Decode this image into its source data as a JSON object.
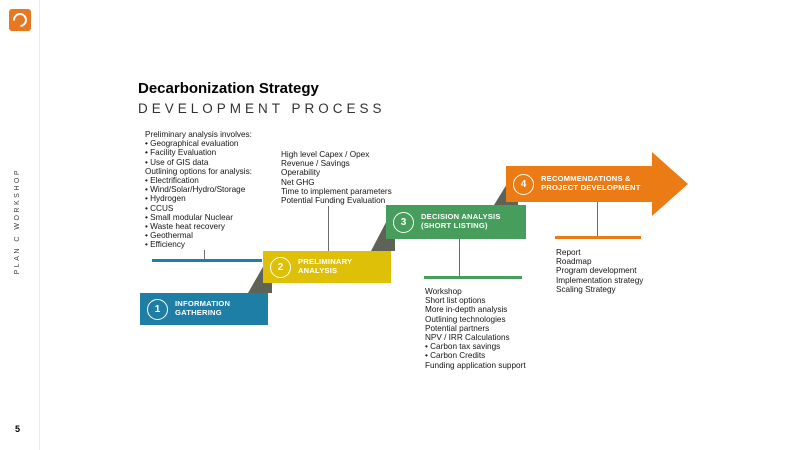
{
  "sidebar": {
    "workshop_label": "PLAN C WORKSHOP",
    "page_number": "5",
    "logo_color": "#E87722"
  },
  "header": {
    "title": "Decarbonization Strategy",
    "subtitle": "DEVELOPMENT PROCESS"
  },
  "steps": [
    {
      "number": "1",
      "label": "INFORMATION GATHERING",
      "color": "#1E7EA6"
    },
    {
      "number": "2",
      "label": "PRELIMINARY ANALYSIS",
      "color": "#DFC008"
    },
    {
      "number": "3",
      "label": "DECISION ANALYSIS (SHORT LISTING)",
      "color": "#479D5B"
    },
    {
      "number": "4",
      "label": "RECOMMENDATIONS & PROJECT DEVELOPMENT",
      "color": "#EB7B15"
    }
  ],
  "notes": {
    "information_gathering": {
      "lines": [
        "Preliminary analysis involves:",
        "•  Geographical evaluation",
        "•  Facility Evaluation",
        "•  Use of GIS data",
        "Outlining options for analysis:",
        "•  Electrification",
        "•  Wind/Solar/Hydro/Storage",
        "•  Hydrogen",
        "•  CCUS",
        "•  Small modular Nuclear",
        "•  Waste heat recovery",
        "•  Geothermal",
        "•  Efficiency"
      ]
    },
    "preliminary_analysis": {
      "lines": [
        "High level Capex / Opex",
        "Revenue / Savings",
        "Operability",
        "Net GHG",
        "Time to implement parameters",
        "Potential Funding Evaluation"
      ]
    },
    "decision_analysis": {
      "lines": [
        "Workshop",
        "Short list options",
        "More in-depth analysis",
        "Outlining technologies",
        "Potential partners",
        "NPV / IRR Calculations",
        "•  Carbon tax savings",
        "•  Carbon Credits",
        "Funding application support"
      ]
    },
    "recommendations": {
      "lines": [
        "Report",
        "Roadmap",
        "Program development",
        "Implementation strategy",
        "Scaling Strategy"
      ]
    }
  }
}
